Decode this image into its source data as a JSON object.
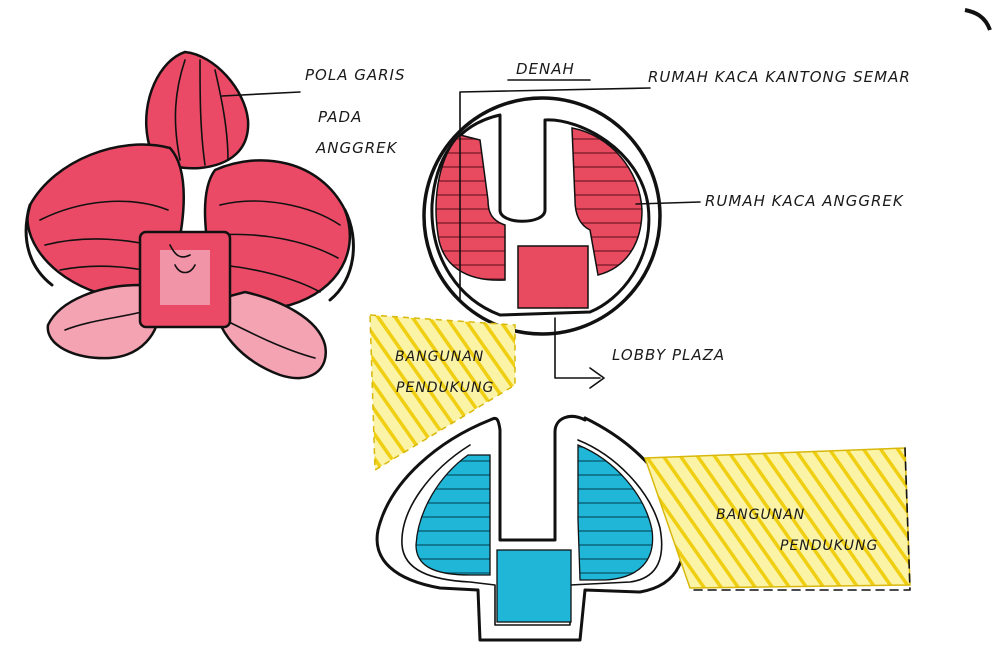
{
  "labels": {
    "pola_garis": "POLA GARIS",
    "pada": "PADA",
    "anggrek": "ANGGREK",
    "denah": "DENAH",
    "rumah_kaca_kantong": "RUMAH KACA KANTONG SEMAR",
    "rumah_kaca_anggrek": "RUMAH KACA ANGGREK",
    "lobby_plaza": "LOBBY PLAZA",
    "bangunan_1": "BANGUNAN",
    "pendukung_1": "PENDUKUNG",
    "bangunan_2": "BANGUNAN",
    "pendukung_2": "PENDUKUNG"
  },
  "colors": {
    "flower_pink": "#ea4a66",
    "flower_pink_light": "#f4a3b3",
    "greenhouse_red": "#e84a60",
    "cyan": "#1fb6d8",
    "yellow": "#f2d61e",
    "ink": "#111111"
  }
}
